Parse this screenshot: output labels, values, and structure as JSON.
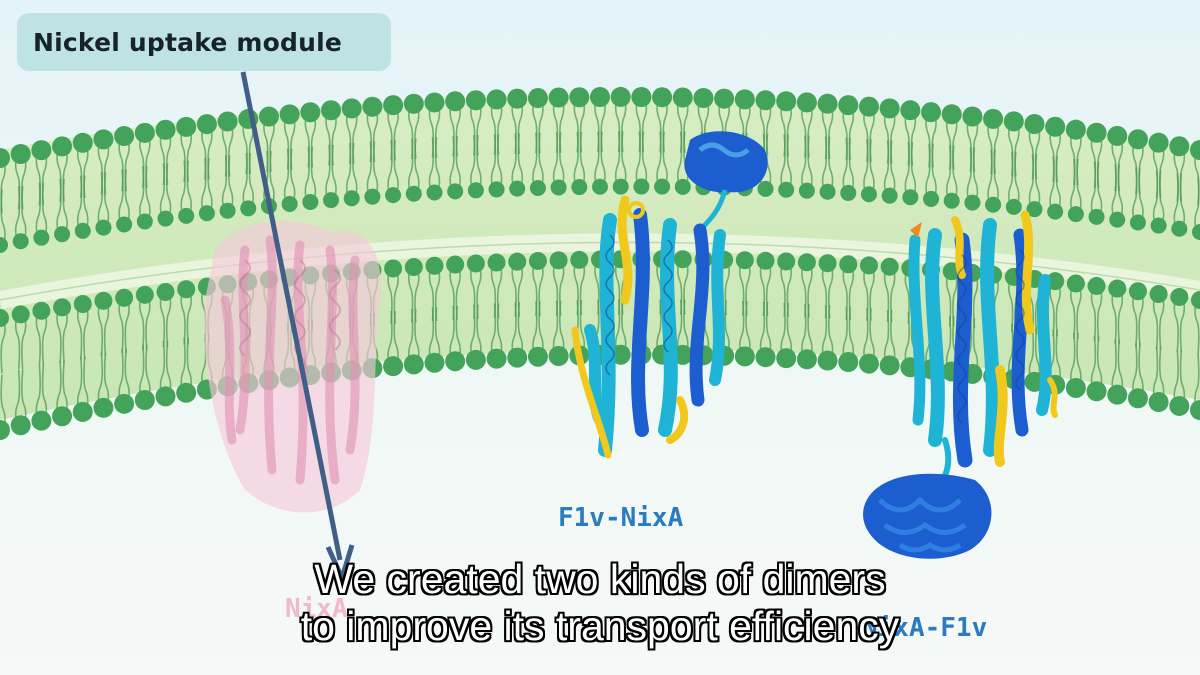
{
  "callout": {
    "label": "Nickel uptake module"
  },
  "proteins": [
    {
      "name": "NixA",
      "color": "#f2b6cf"
    },
    {
      "name": "F1v-NixA",
      "color": "#2a7bbf"
    },
    {
      "name": "NixA-F1v",
      "color": "#2a7bbf"
    }
  ],
  "subtitles": {
    "line1": "We created two kinds of dimers",
    "line2": "to improve its transport efficiency"
  },
  "colors": {
    "membrane_head": "#43a35a",
    "membrane_core": "#cfe8b8",
    "arrow": "#3f5f86",
    "helix_cyan": "#1fb3d6",
    "helix_blue": "#1c5ed0",
    "helix_yellow": "#f0c81e"
  }
}
